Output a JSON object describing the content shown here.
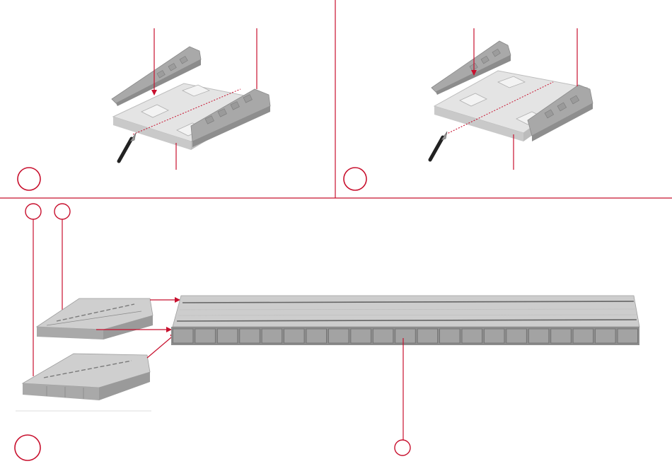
{
  "colors": {
    "accent": "#c8102e",
    "part_light": "#e2e2e2",
    "part_mid": "#b5b5b5",
    "part_dark": "#8c8c8c",
    "road_top": "#d0d0d0",
    "road_stripe": "#6a6a6a",
    "road_face": "#9a9a9a"
  },
  "steps": [
    {
      "id": "step-top-left",
      "number": ""
    },
    {
      "id": "step-top-right",
      "number": ""
    },
    {
      "id": "step-bottom",
      "number": ""
    }
  ],
  "callouts": {
    "ramp_a": "",
    "ramp_b": "",
    "road_part": ""
  },
  "icons": {
    "knife": "hobby-knife-icon",
    "arrow": "insertion-arrow-icon"
  }
}
